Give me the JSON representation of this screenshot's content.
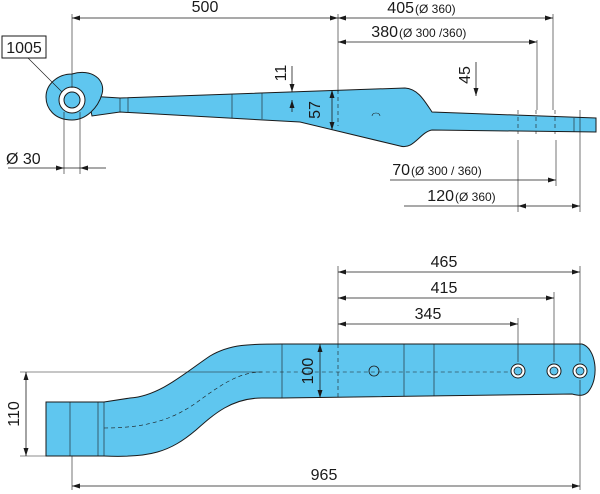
{
  "part_number": "1005",
  "top_view": {
    "length_500": "500",
    "length_405": "405",
    "length_405_note": "(Ø 360)",
    "length_380": "380",
    "length_380_note": "(Ø 300 /360)",
    "thickness_11": "11",
    "height_57": "57",
    "height_45": "45",
    "bore_diameter": "Ø 30",
    "offset_70": "70",
    "offset_70_note": "(Ø 300 / 360)",
    "offset_120": "120",
    "offset_120_note": "(Ø 360)"
  },
  "bottom_view": {
    "length_465": "465",
    "length_415": "415",
    "length_345": "345",
    "width_100": "100",
    "height_110": "110",
    "overall_965": "965"
  },
  "colors": {
    "part_fill": "#5fc6ef",
    "line": "#1a1a1a"
  }
}
